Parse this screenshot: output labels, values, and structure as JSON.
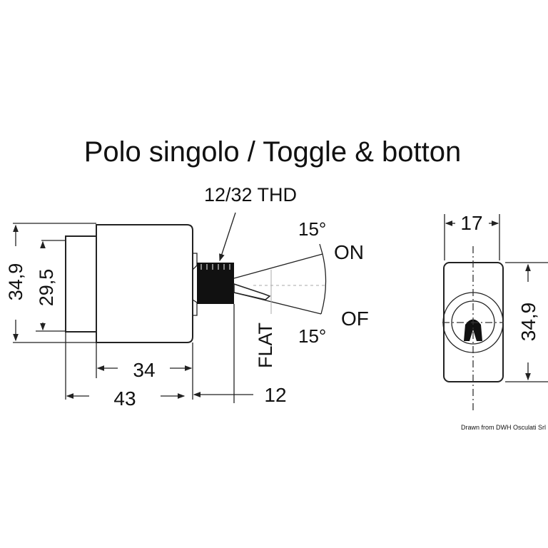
{
  "title": "Polo singolo / Toggle & botton",
  "side_view": {
    "thread_label": "12/32 THD",
    "angle_on": "15°",
    "on_label": "ON",
    "angle_off": "15°",
    "off_label": "OF",
    "flat_label": "FLAT",
    "dim_height_outer": "34,9",
    "dim_height_inner": "29,5",
    "dim_body_length": "34",
    "dim_total_length": "43",
    "dim_toggle_length": "12"
  },
  "front_view": {
    "dim_width": "17",
    "dim_height": "34,9"
  },
  "credit": "Drawn from DWH Osculati Srl",
  "colors": {
    "ink": "#111111",
    "background": "#ffffff"
  }
}
